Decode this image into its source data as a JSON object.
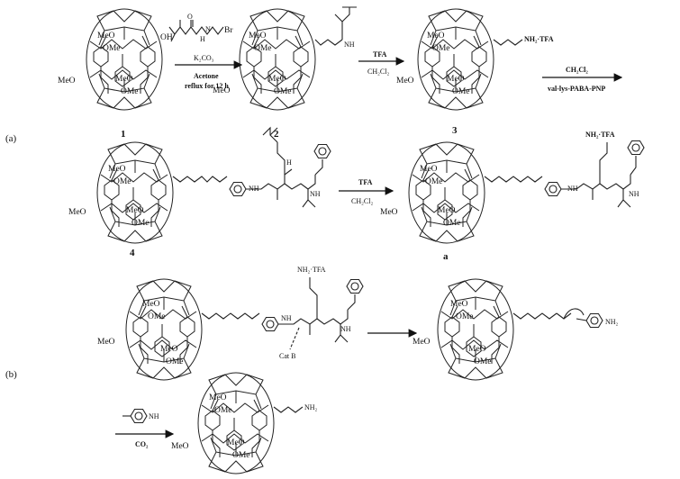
{
  "panels": {
    "a": "(a)",
    "b": "(b)"
  },
  "compounds": {
    "c1": "1",
    "c2": "2",
    "c3": "3",
    "c4": "4",
    "ca": "a"
  },
  "groups": {
    "meo": "MeO",
    "ome": "OMe",
    "oh": "OH",
    "br": "Br",
    "nh": "NH",
    "h": "H",
    "o": "O",
    "n": "N",
    "nh2": "NH₂",
    "nh2_tfa": "NH₂·TFA",
    "nh3_tfa": "NH₂·TFA",
    "cat_b": "Cat B"
  },
  "steps": {
    "s1_above": "K₂CO₃",
    "s1_below1": "Acetone",
    "s1_below2": "reflux for 12 h",
    "s2_above": "TFA",
    "s2_below": "CH₂Cl₂",
    "s3_above": "CH₂Cl₂",
    "s3_below": "val-lys-PABA-PNP",
    "s4_above": "TFA",
    "s4_below": "CH₂Cl₂",
    "s6_below": "CO₂"
  }
}
